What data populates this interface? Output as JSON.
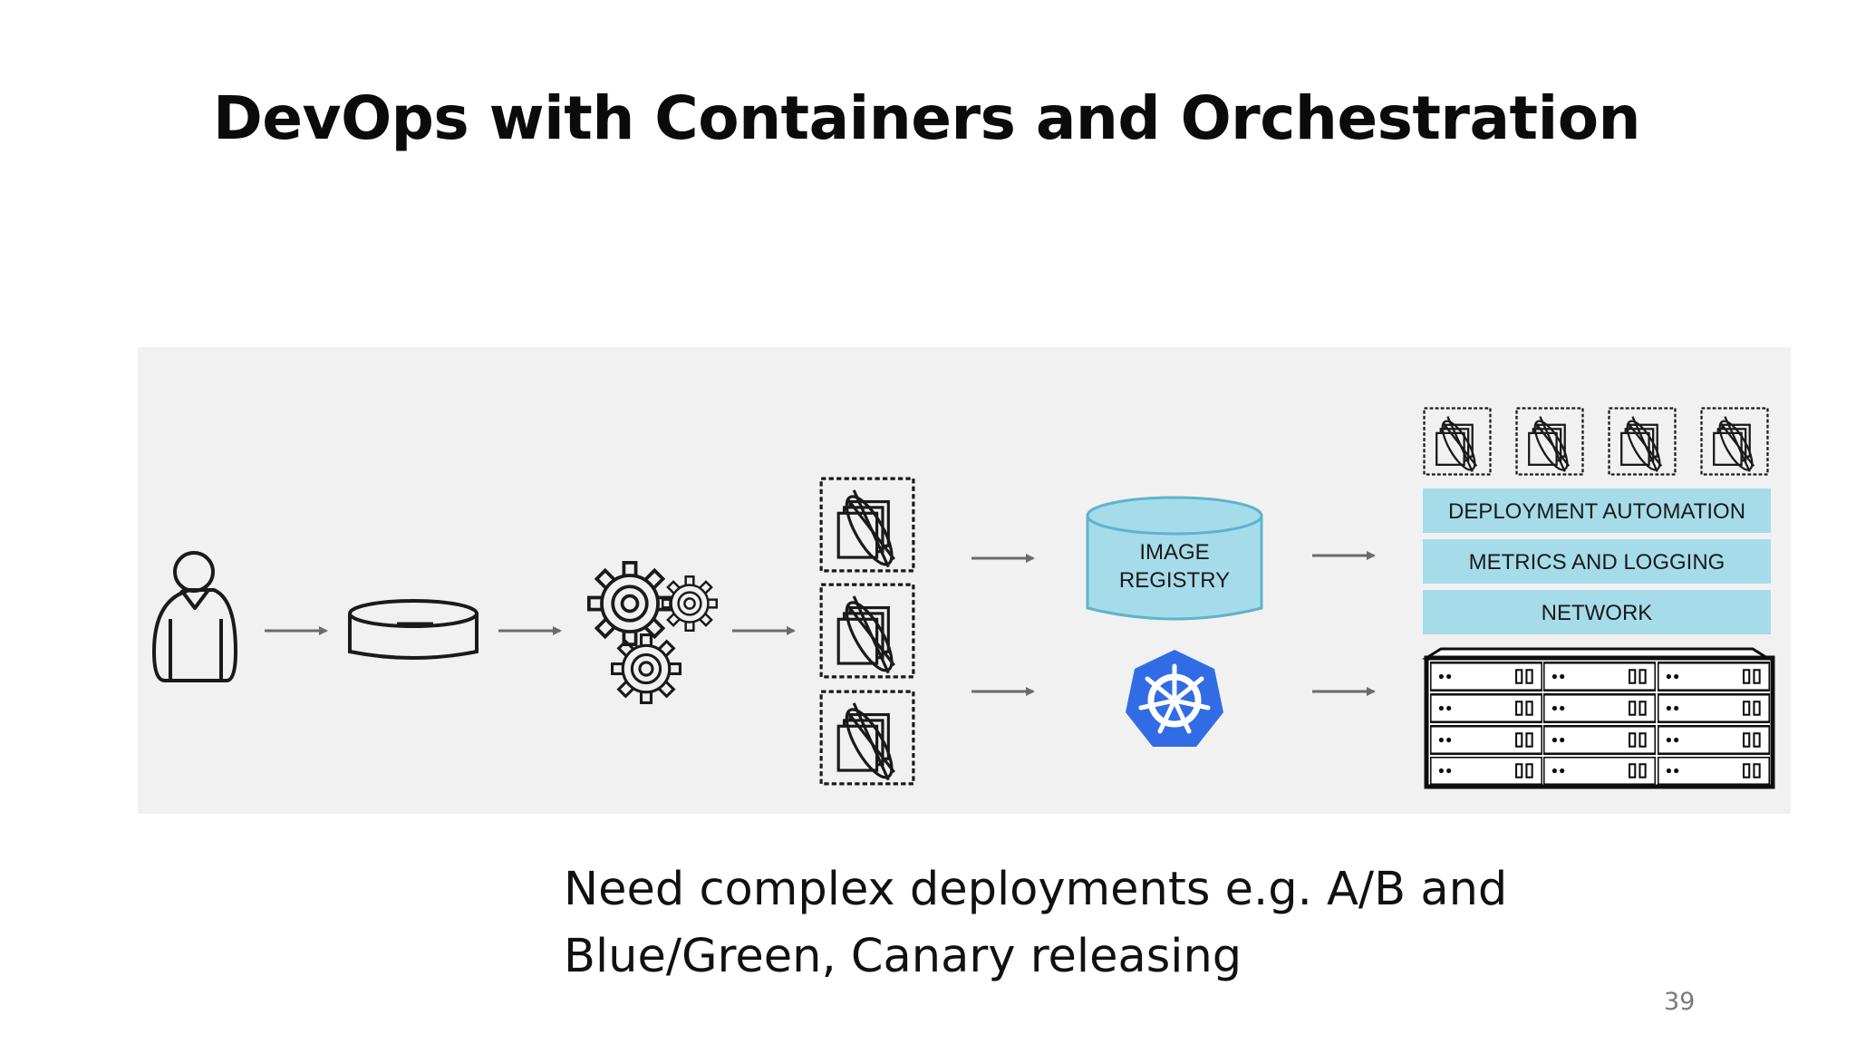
{
  "slide": {
    "title": "DevOps with Containers and Orchestration",
    "body_line1": "Need complex deployments e.g. A/B and",
    "body_line2": "Blue/Green, Canary releasing",
    "page_number": "39"
  },
  "diagram": {
    "registry_label_line1": "IMAGE",
    "registry_label_line2": "REGISTRY",
    "layers": [
      {
        "label": "DEPLOYMENT AUTOMATION"
      },
      {
        "label": "METRICS AND LOGGING"
      },
      {
        "label": "NETWORK"
      }
    ],
    "icons": {
      "developer": "person-icon",
      "repo": "code-repository-icon",
      "build": "gears-icon",
      "images": "container-image-icon",
      "registry": "image-registry-icon",
      "orchestrator": "kubernetes-icon",
      "cluster": "server-rack-icon"
    },
    "colors": {
      "panel_bg": "#f1f1f1",
      "layer_fill": "#a6dcea",
      "registry_fill": "#a6dcea",
      "kubernetes_blue": "#326ce5"
    }
  }
}
